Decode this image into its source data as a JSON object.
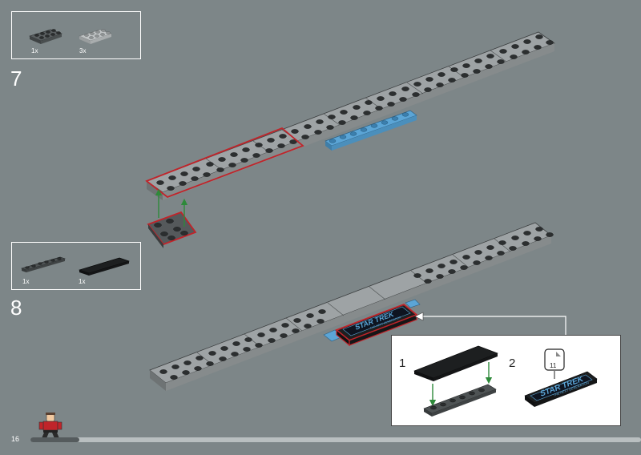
{
  "page": {
    "number": "16",
    "progress_fraction": 0.08
  },
  "step7": {
    "number": "7",
    "parts": [
      {
        "qty": "1x",
        "icon": "plate-2x4-dark-gray"
      },
      {
        "qty": "3x",
        "icon": "plate-2x4-light-gray"
      }
    ]
  },
  "step8": {
    "number": "8",
    "parts": [
      {
        "qty": "1x",
        "icon": "plate-1x6-dark-gray"
      },
      {
        "qty": "1x",
        "icon": "tile-2x6-black"
      }
    ],
    "callout": {
      "sub1": "1",
      "sub2": "2",
      "sticker_ref": "11",
      "sticker_line1": "STAR TREK",
      "sticker_line2": "THE NEXT GENERATION"
    }
  },
  "colors": {
    "background": "#7d8688",
    "highlight": "#c0242a",
    "arrow": "#2e8a3a",
    "blue_plate": "#5ba5d6"
  }
}
